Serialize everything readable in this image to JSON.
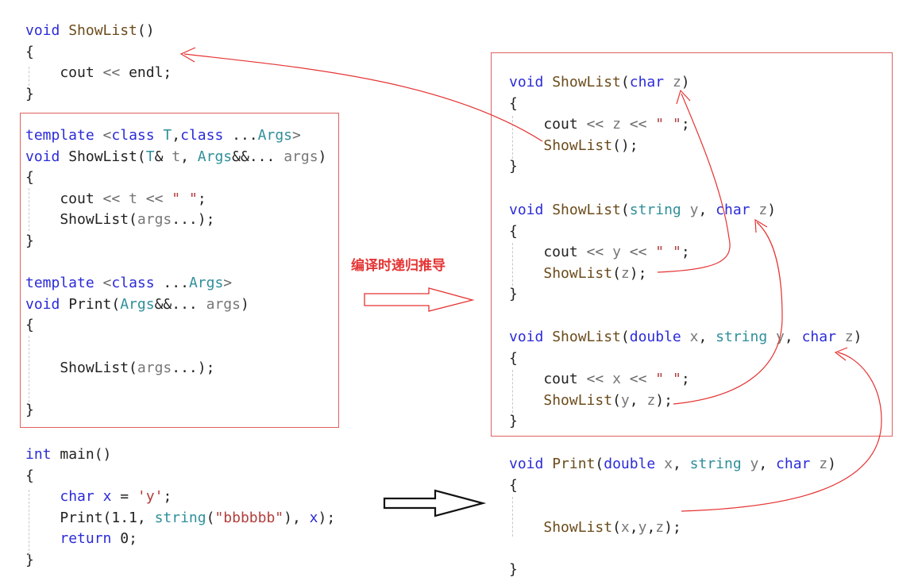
{
  "colors": {
    "keyword": "#2b2bd8",
    "type": "#2f8f9a",
    "string": "#b33c3c",
    "operator": "#6a6a6a",
    "parameter": "#777777",
    "function": "#6b4b1a",
    "box_border": "#e06060",
    "arrow_red": "#e53333",
    "arrow_black": "#111111"
  },
  "annotation_label": "编译时递归推导",
  "left_blocks": [
    {
      "id": "showlist-base",
      "boxed": false,
      "lines": [
        [
          [
            "kw",
            "void"
          ],
          [
            "plain",
            " "
          ],
          [
            "fn",
            "ShowList"
          ],
          [
            "plain",
            "()"
          ]
        ],
        [
          [
            "plain",
            "{"
          ]
        ],
        [
          [
            "plain",
            "    cout "
          ],
          [
            "op",
            "<<"
          ],
          [
            "plain",
            " endl;"
          ]
        ],
        [
          [
            "plain",
            "}"
          ]
        ]
      ]
    },
    {
      "id": "template-block",
      "boxed": true,
      "lines": [
        [
          [
            "kw",
            "template"
          ],
          [
            "plain",
            " "
          ],
          [
            "op",
            "<"
          ],
          [
            "kw",
            "class"
          ],
          [
            "plain",
            " "
          ],
          [
            "type",
            "T"
          ],
          [
            "plain",
            ","
          ],
          [
            "kw",
            "class"
          ],
          [
            "plain",
            " ..."
          ],
          [
            "type",
            "Args"
          ],
          [
            "op",
            ">"
          ]
        ],
        [
          [
            "kw",
            "void"
          ],
          [
            "plain",
            " ShowList("
          ],
          [
            "type",
            "T"
          ],
          [
            "plain",
            "& "
          ],
          [
            "param",
            "t"
          ],
          [
            "plain",
            ", "
          ],
          [
            "type",
            "Args"
          ],
          [
            "plain",
            "&&... "
          ],
          [
            "param",
            "args"
          ],
          [
            "plain",
            ")"
          ]
        ],
        [
          [
            "plain",
            "{"
          ]
        ],
        [
          [
            "plain",
            "    cout "
          ],
          [
            "op",
            "<<"
          ],
          [
            "plain",
            " "
          ],
          [
            "param",
            "t"
          ],
          [
            "plain",
            " "
          ],
          [
            "op",
            "<<"
          ],
          [
            "plain",
            " "
          ],
          [
            "str",
            "\" \""
          ],
          [
            "plain",
            ";"
          ]
        ],
        [
          [
            "plain",
            "    ShowList("
          ],
          [
            "param",
            "args"
          ],
          [
            "plain",
            "...);"
          ]
        ],
        [
          [
            "plain",
            "}"
          ]
        ],
        [
          [
            "plain",
            ""
          ]
        ],
        [
          [
            "kw",
            "template"
          ],
          [
            "plain",
            " "
          ],
          [
            "op",
            "<"
          ],
          [
            "kw",
            "class"
          ],
          [
            "plain",
            " ..."
          ],
          [
            "type",
            "Args"
          ],
          [
            "op",
            ">"
          ]
        ],
        [
          [
            "kw",
            "void"
          ],
          [
            "plain",
            " Print("
          ],
          [
            "type",
            "Args"
          ],
          [
            "plain",
            "&&... "
          ],
          [
            "param",
            "args"
          ],
          [
            "plain",
            ")"
          ]
        ],
        [
          [
            "plain",
            "{"
          ]
        ],
        [
          [
            "plain",
            ""
          ]
        ],
        [
          [
            "plain",
            "    ShowList("
          ],
          [
            "param",
            "args"
          ],
          [
            "plain",
            "...);"
          ]
        ],
        [
          [
            "plain",
            ""
          ]
        ],
        [
          [
            "plain",
            "}"
          ]
        ]
      ]
    },
    {
      "id": "main-block",
      "boxed": false,
      "lines": [
        [
          [
            "kw",
            "int"
          ],
          [
            "plain",
            " main()"
          ]
        ],
        [
          [
            "plain",
            "{"
          ]
        ],
        [
          [
            "plain",
            "    "
          ],
          [
            "kw",
            "char"
          ],
          [
            "plain",
            " "
          ],
          [
            "kw",
            "x"
          ],
          [
            "plain",
            " = "
          ],
          [
            "str",
            "'y'"
          ],
          [
            "plain",
            ";"
          ]
        ],
        [
          [
            "plain",
            "    Print(1.1, "
          ],
          [
            "type",
            "string"
          ],
          [
            "plain",
            "("
          ],
          [
            "str",
            "\"bbbbbb\""
          ],
          [
            "plain",
            "), "
          ],
          [
            "kw",
            "x"
          ],
          [
            "plain",
            ");"
          ]
        ],
        [
          [
            "plain",
            "    "
          ],
          [
            "kw",
            "return"
          ],
          [
            "plain",
            " 0;"
          ]
        ],
        [
          [
            "plain",
            "}"
          ]
        ]
      ]
    }
  ],
  "right_blocks": [
    {
      "id": "showlist-char",
      "lines": [
        [
          [
            "kw",
            "void"
          ],
          [
            "plain",
            " "
          ],
          [
            "fn",
            "ShowList"
          ],
          [
            "plain",
            "("
          ],
          [
            "kw",
            "char"
          ],
          [
            "plain",
            " "
          ],
          [
            "param",
            "z"
          ],
          [
            "plain",
            ")"
          ]
        ],
        [
          [
            "plain",
            "{"
          ]
        ],
        [
          [
            "plain",
            "    cout "
          ],
          [
            "op",
            "<<"
          ],
          [
            "plain",
            " "
          ],
          [
            "param",
            "z"
          ],
          [
            "plain",
            " "
          ],
          [
            "op",
            "<<"
          ],
          [
            "plain",
            " "
          ],
          [
            "str",
            "\" \""
          ],
          [
            "plain",
            ";"
          ]
        ],
        [
          [
            "plain",
            "    "
          ],
          [
            "fn",
            "ShowList"
          ],
          [
            "plain",
            "();"
          ]
        ],
        [
          [
            "plain",
            "}"
          ]
        ]
      ]
    },
    {
      "id": "showlist-string-char",
      "lines": [
        [
          [
            "kw",
            "void"
          ],
          [
            "plain",
            " "
          ],
          [
            "fn",
            "ShowList"
          ],
          [
            "plain",
            "("
          ],
          [
            "type",
            "string"
          ],
          [
            "plain",
            " "
          ],
          [
            "param",
            "y"
          ],
          [
            "plain",
            ", "
          ],
          [
            "kw",
            "char"
          ],
          [
            "plain",
            " "
          ],
          [
            "param",
            "z"
          ],
          [
            "plain",
            ")"
          ]
        ],
        [
          [
            "plain",
            "{"
          ]
        ],
        [
          [
            "plain",
            "    cout "
          ],
          [
            "op",
            "<<"
          ],
          [
            "plain",
            " "
          ],
          [
            "param",
            "y"
          ],
          [
            "plain",
            " "
          ],
          [
            "op",
            "<<"
          ],
          [
            "plain",
            " "
          ],
          [
            "str",
            "\" \""
          ],
          [
            "plain",
            ";"
          ]
        ],
        [
          [
            "plain",
            "    "
          ],
          [
            "fn",
            "ShowList"
          ],
          [
            "plain",
            "("
          ],
          [
            "param",
            "z"
          ],
          [
            "plain",
            ");"
          ]
        ],
        [
          [
            "plain",
            "}"
          ]
        ]
      ]
    },
    {
      "id": "showlist-double-string-char",
      "lines": [
        [
          [
            "kw",
            "void"
          ],
          [
            "plain",
            " "
          ],
          [
            "fn",
            "ShowList"
          ],
          [
            "plain",
            "("
          ],
          [
            "kw",
            "double"
          ],
          [
            "plain",
            " "
          ],
          [
            "param",
            "x"
          ],
          [
            "plain",
            ", "
          ],
          [
            "type",
            "string"
          ],
          [
            "plain",
            " "
          ],
          [
            "param",
            "y"
          ],
          [
            "plain",
            ", "
          ],
          [
            "kw",
            "char"
          ],
          [
            "plain",
            " "
          ],
          [
            "param",
            "z"
          ],
          [
            "plain",
            ")"
          ]
        ],
        [
          [
            "plain",
            "{"
          ]
        ],
        [
          [
            "plain",
            "    cout "
          ],
          [
            "op",
            "<<"
          ],
          [
            "plain",
            " "
          ],
          [
            "param",
            "x"
          ],
          [
            "plain",
            " "
          ],
          [
            "op",
            "<<"
          ],
          [
            "plain",
            " "
          ],
          [
            "str",
            "\" \""
          ],
          [
            "plain",
            ";"
          ]
        ],
        [
          [
            "plain",
            "    "
          ],
          [
            "fn",
            "ShowList"
          ],
          [
            "plain",
            "("
          ],
          [
            "param",
            "y"
          ],
          [
            "plain",
            ", "
          ],
          [
            "param",
            "z"
          ],
          [
            "plain",
            ");"
          ]
        ],
        [
          [
            "plain",
            "}"
          ]
        ]
      ]
    },
    {
      "id": "print-instantiated",
      "lines": [
        [
          [
            "kw",
            "void"
          ],
          [
            "plain",
            " "
          ],
          [
            "fn",
            "Print"
          ],
          [
            "plain",
            "("
          ],
          [
            "kw",
            "double"
          ],
          [
            "plain",
            " "
          ],
          [
            "param",
            "x"
          ],
          [
            "plain",
            ", "
          ],
          [
            "type",
            "string"
          ],
          [
            "plain",
            " "
          ],
          [
            "param",
            "y"
          ],
          [
            "plain",
            ", "
          ],
          [
            "kw",
            "char"
          ],
          [
            "plain",
            " "
          ],
          [
            "param",
            "z"
          ],
          [
            "plain",
            ")"
          ]
        ],
        [
          [
            "plain",
            "{"
          ]
        ],
        [
          [
            "plain",
            ""
          ]
        ],
        [
          [
            "plain",
            "    "
          ],
          [
            "fn",
            "ShowList"
          ],
          [
            "plain",
            "("
          ],
          [
            "param",
            "x"
          ],
          [
            "plain",
            ","
          ],
          [
            "param",
            "y"
          ],
          [
            "plain",
            ","
          ],
          [
            "param",
            "z"
          ],
          [
            "plain",
            ");"
          ]
        ],
        [
          [
            "plain",
            ""
          ]
        ],
        [
          [
            "plain",
            "}"
          ]
        ]
      ]
    }
  ]
}
